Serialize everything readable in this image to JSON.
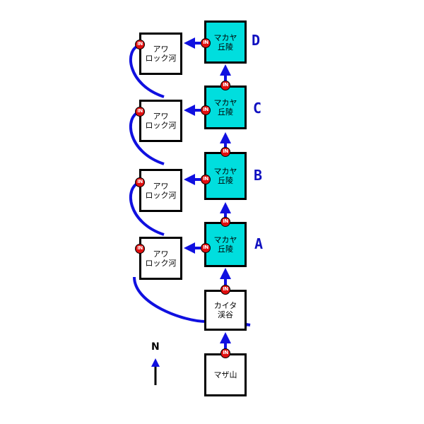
{
  "rooms": {
    "maza": "マザ山",
    "kaita": "カイタ\n渓谷",
    "makaya": "マカヤ\n丘陵",
    "awa": "アワ\nロック河"
  },
  "rows": [
    "A",
    "B",
    "C",
    "D"
  ],
  "badge": "IN",
  "compass": "N",
  "colors": {
    "arrow": "#1010e0",
    "hill": "#00dede",
    "badge": "#e01010",
    "letter": "#1010c0"
  }
}
